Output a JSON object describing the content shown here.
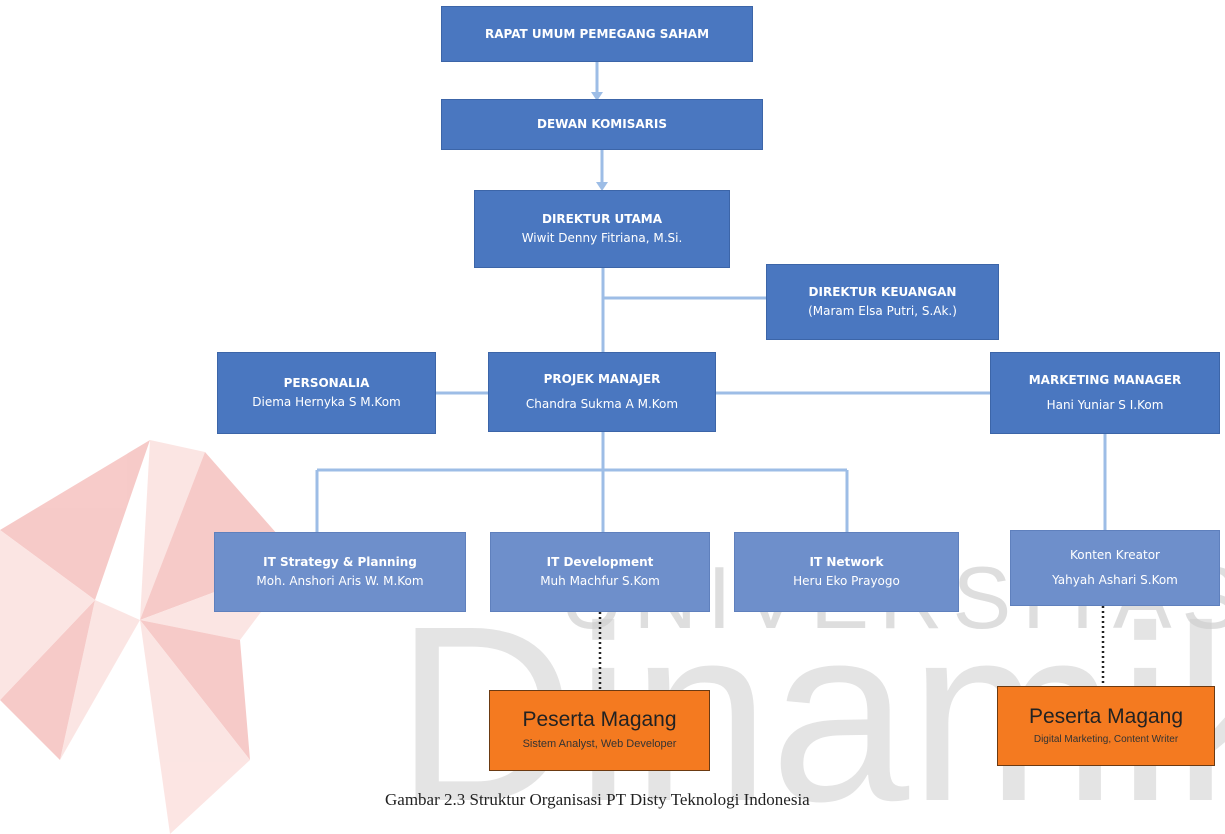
{
  "watermark": {
    "line1": "UNIVERSITAS",
    "line2": "Dinamika"
  },
  "nodes": {
    "rups": {
      "title": "RAPAT UMUM PEMEGANG SAHAM"
    },
    "komisaris": {
      "title": "DEWAN KOMISARIS"
    },
    "dirut": {
      "title": "DIREKTUR UTAMA",
      "name": "Wiwit Denny Fitriana, M.Si."
    },
    "dirkeu": {
      "title": "DIREKTUR KEUANGAN",
      "name": "(Maram Elsa Putri, S.Ak.)"
    },
    "personalia": {
      "title": "PERSONALIA",
      "name": "Diema Hernyka S M.Kom"
    },
    "pm": {
      "title": "PROJEK MANAJER",
      "name": "Chandra Sukma A M.Kom"
    },
    "marketing": {
      "title": "MARKETING MANAGER",
      "name": "Hani Yuniar S I.Kom"
    },
    "strategy": {
      "title": "IT Strategy & Planning",
      "name": "Moh. Anshori Aris W. M.Kom"
    },
    "dev": {
      "title": "IT Development",
      "name": "Muh Machfur S.Kom"
    },
    "network": {
      "title": "IT Network",
      "name": "Heru Eko Prayogo"
    },
    "konten": {
      "title": "Konten Kreator",
      "name": "Yahyah Ashari S.Kom"
    },
    "intern1": {
      "title": "Peserta Magang",
      "role": "Sistem Analyst, Web Developer"
    },
    "intern2": {
      "title": "Peserta Magang",
      "role": "Digital Marketing, Content Writer"
    }
  },
  "caption": "Gambar 2.3 Struktur Organisasi PT Disty Teknologi Indonesia",
  "colors": {
    "box": "#4a77c0",
    "box_light": "#6e8fcb",
    "connector": "#9dbde6",
    "intern": "#f47a20",
    "watermark_red": "#e1453c",
    "watermark_gray": "#c8c8c8"
  }
}
